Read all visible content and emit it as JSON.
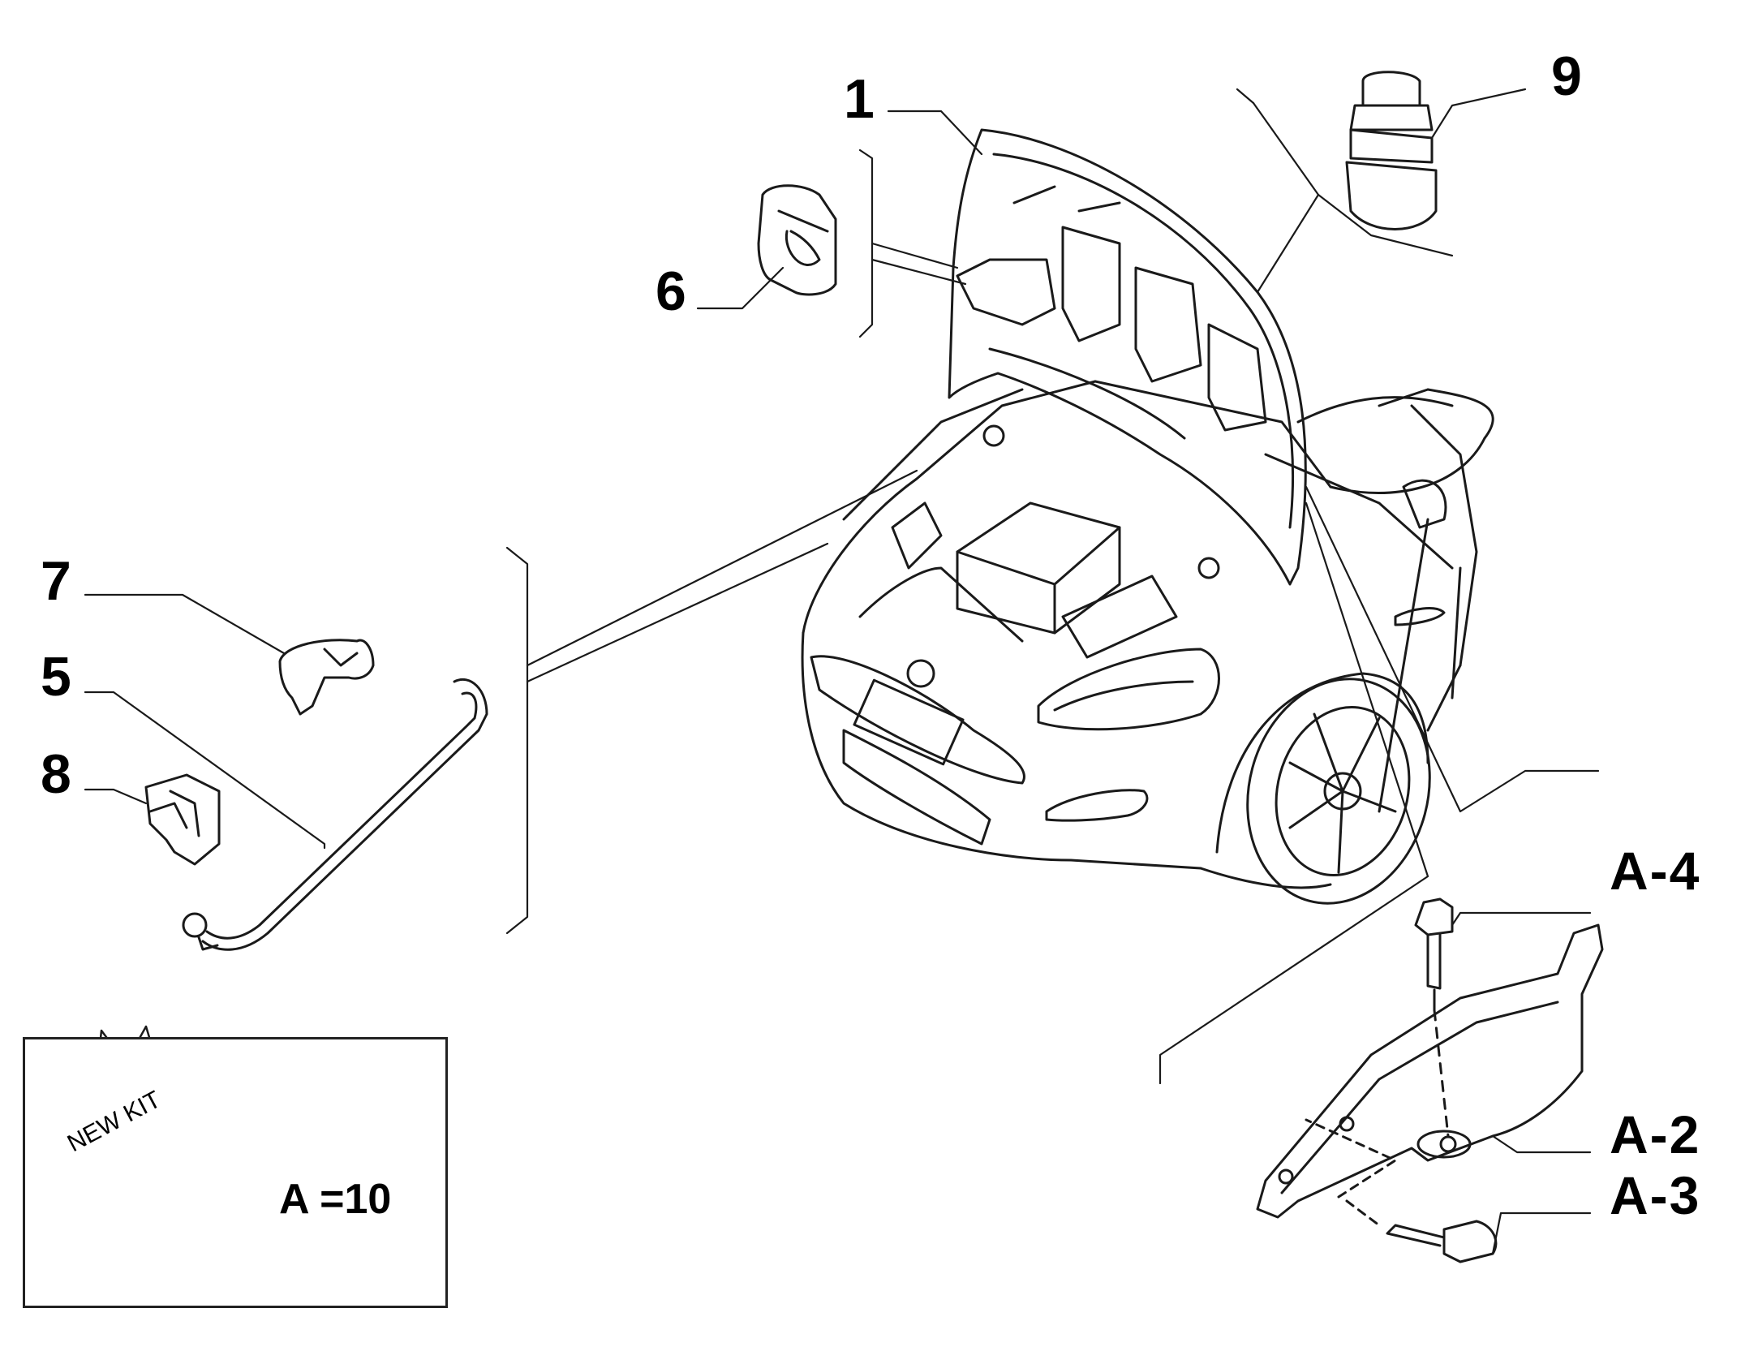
{
  "callouts": {
    "c1": "1",
    "c5": "5",
    "c6": "6",
    "c7": "7",
    "c8": "8",
    "c9": "9",
    "a2": "A-2",
    "a3": "A-3",
    "a4": "A-4"
  },
  "kit": {
    "badge": "NEW KIT",
    "quantity": "A =10"
  },
  "colors": {
    "line": "#1a1a1a",
    "background": "#ffffff"
  }
}
